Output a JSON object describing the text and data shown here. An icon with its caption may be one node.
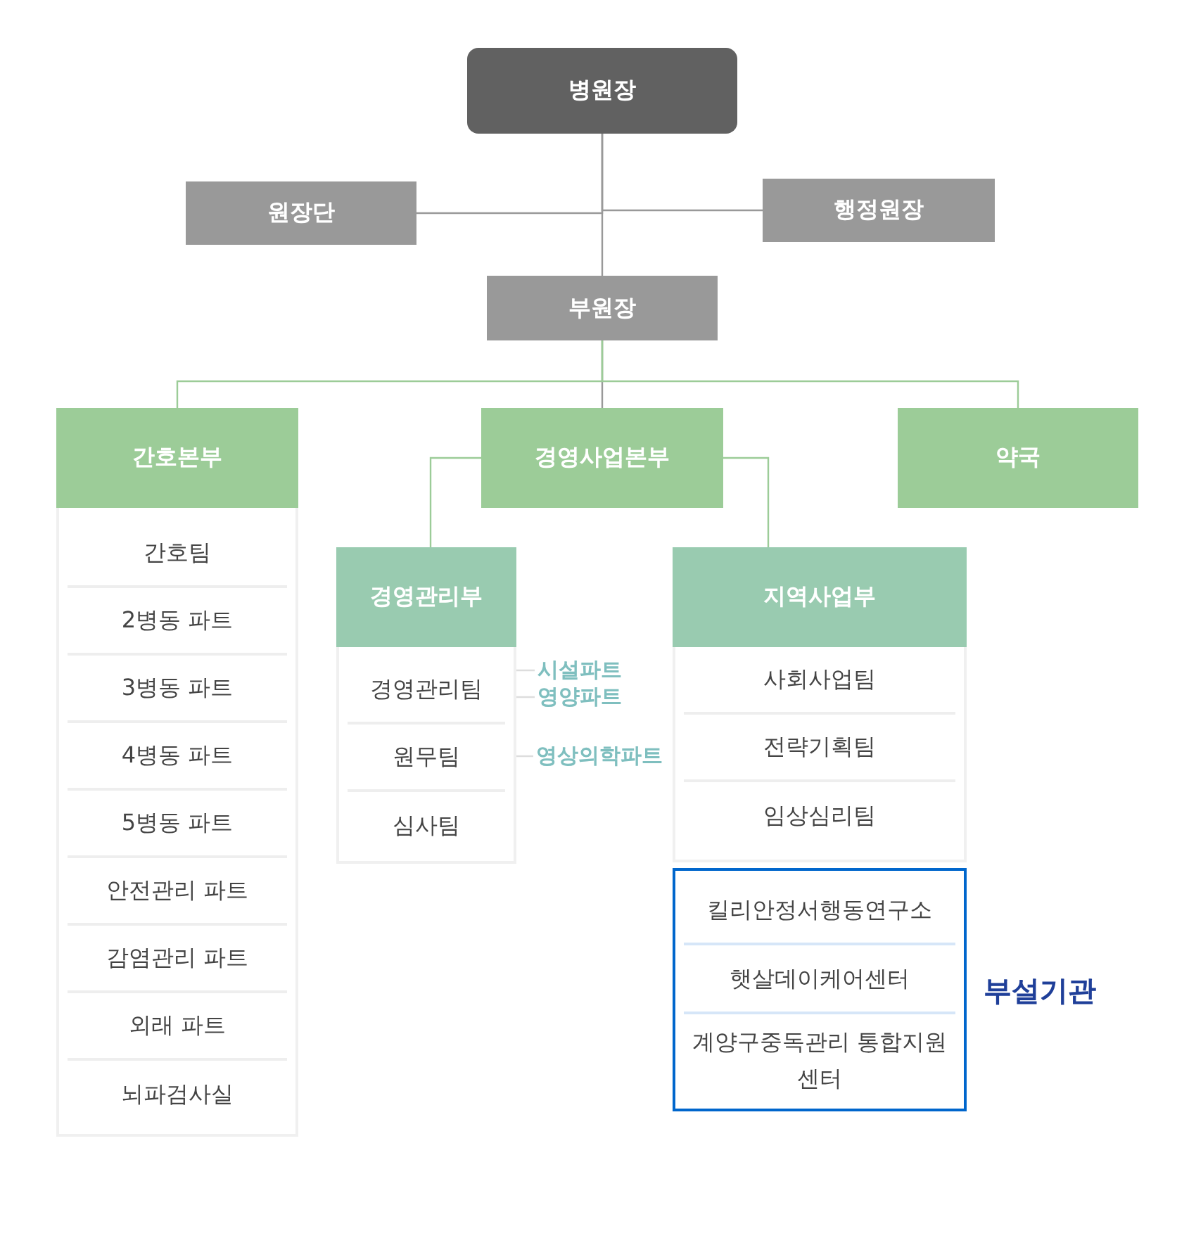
{
  "diagram": {
    "nodes": [
      {
        "text": [
          "병원장"
        ]
      },
      {
        "text": [
          "원장단"
        ]
      },
      {
        "text": [
          "행정원장"
        ]
      },
      {
        "text": [
          "부원장"
        ]
      },
      {
        "text": [],
        "shape": "box"
      },
      {
        "text": [
          "간호본부"
        ],
        "in": 4
      },
      {
        "text": [
          "간호팀"
        ],
        "in": 4
      },
      {
        "text": [
          "2병동 파트"
        ],
        "in": 4
      },
      {
        "text": [
          "3병동 파트"
        ],
        "in": 4
      },
      {
        "text": [
          "4병동 파트"
        ],
        "in": 4
      },
      {
        "text": [
          "5병동 파트"
        ],
        "in": 4
      },
      {
        "text": [
          "안전관리 파트"
        ],
        "in": 4
      },
      {
        "text": [
          "감염관리 파트"
        ],
        "in": 4
      },
      {
        "text": [
          "외래 파트"
        ],
        "in": 4
      },
      {
        "text": [
          "뇌파검사실"
        ],
        "in": 4
      },
      {
        "text": [
          "경영사업본부"
        ]
      },
      {
        "text": [
          "약국"
        ]
      },
      {
        "text": [],
        "shape": "box"
      },
      {
        "text": [
          "경영관리부"
        ],
        "in": 17
      },
      {
        "text": [
          "경영관리팀"
        ],
        "in": 17
      },
      {
        "text": [
          "원무팀"
        ],
        "in": 17
      },
      {
        "text": [
          "심사팀"
        ],
        "in": 17
      },
      {
        "text": [
          "시설파트"
        ]
      },
      {
        "text": [
          "영양파트"
        ]
      },
      {
        "text": [
          "영상의학파트"
        ]
      },
      {
        "text": [],
        "shape": "box"
      },
      {
        "text": [
          "지역사업부"
        ],
        "in": 25
      },
      {
        "text": [
          "사회사업팀"
        ],
        "in": 25
      },
      {
        "text": [
          "전략기획팀"
        ],
        "in": 25
      },
      {
        "text": [
          "임상심리팀"
        ],
        "in": 25
      },
      {
        "text": [],
        "shape": "box",
        "beside": [
          "부설기관"
        ]
      },
      {
        "text": [
          "킬리안정서행동연구소"
        ],
        "in": 30
      },
      {
        "text": [
          "햇살데이케어센터"
        ],
        "in": 30
      },
      {
        "text": [
          "계양구중독관리 통합지원센터"
        ],
        "in": 30
      }
    ],
    "edges": [
      {
        "from": 0,
        "to": 1,
        "arrow": "none"
      },
      {
        "from": 0,
        "to": 2,
        "arrow": "none"
      },
      {
        "from": 0,
        "to": 3,
        "arrow": "none"
      },
      {
        "from": 3,
        "to": 5,
        "arrow": "none",
        "color": "#9ccc98"
      },
      {
        "from": 3,
        "to": 15,
        "arrow": "none"
      },
      {
        "from": 3,
        "to": 16,
        "arrow": "none",
        "color": "#9ccc98"
      },
      {
        "from": 15,
        "to": 18,
        "arrow": "none",
        "color": "#9ccc98"
      },
      {
        "from": 15,
        "to": 26,
        "arrow": "none",
        "color": "#9ccc98"
      },
      {
        "from": 19,
        "to": 22,
        "arrow": "none",
        "color": "#dddddd"
      },
      {
        "from": 19,
        "to": 23,
        "arrow": "none",
        "color": "#dddddd"
      },
      {
        "from": 20,
        "to": 24,
        "arrow": "none",
        "color": "#dddddd"
      }
    ]
  }
}
